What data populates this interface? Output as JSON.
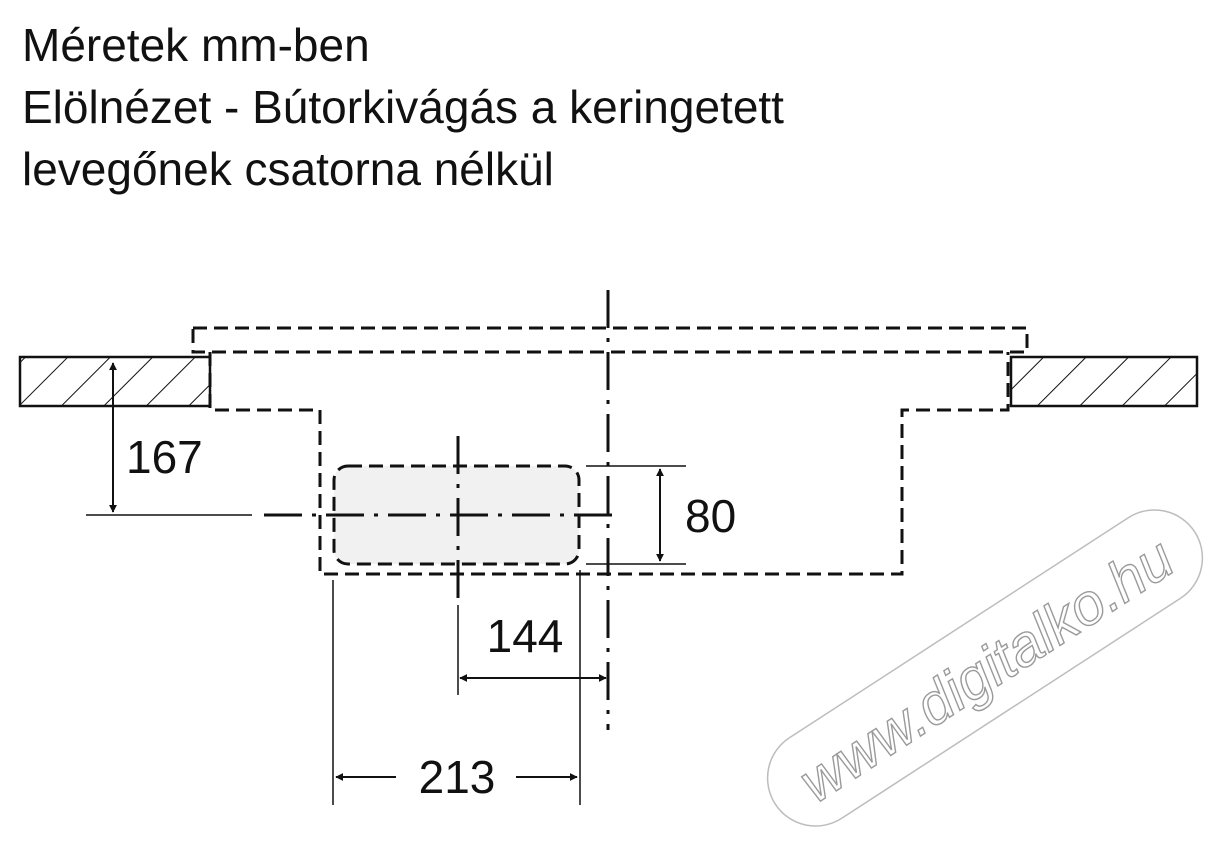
{
  "title": {
    "line1": "Méretek mm-ben",
    "line2": "Elölnézet - Bútorkivágás a keringetett",
    "line3": "levegőnek csatorna nélkül"
  },
  "dimensions": {
    "d167": "167",
    "d80": "80",
    "d144": "144",
    "d213": "213"
  },
  "watermark": "www.digitalko.hu"
}
